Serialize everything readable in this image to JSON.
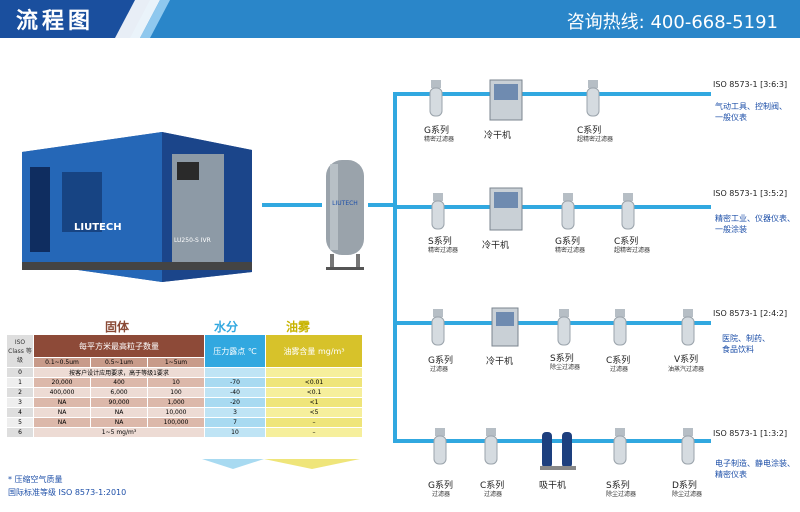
{
  "header": {
    "title": "流程图",
    "hotline": "咨询热线: 400-668-5191"
  },
  "compressor": {
    "brand": "LIUTECH",
    "model": "LU250-S IVR"
  },
  "tank": {
    "brand": "LIUTECH"
  },
  "dryer_label": "冷干机",
  "adsorption_label": "吸干机",
  "branches": [
    {
      "iso": "ISO 8573-1 [3:6:3]",
      "application": [
        "气动工具、控制阀、",
        "一般仪表"
      ],
      "components": [
        {
          "name": "G系列",
          "sub": "精密过滤器"
        },
        {
          "name": "冷干机",
          "sub": ""
        },
        {
          "name": "C系列",
          "sub": "超精密过滤器"
        }
      ]
    },
    {
      "iso": "ISO 8573-1 [3:5:2]",
      "application": [
        "精密工业、仪器仪表、",
        "一般涂装"
      ],
      "components": [
        {
          "name": "S系列",
          "sub": "精密过滤器"
        },
        {
          "name": "冷干机",
          "sub": ""
        },
        {
          "name": "G系列",
          "sub": "精密过滤器"
        },
        {
          "name": "C系列",
          "sub": "超精密过滤器"
        }
      ]
    },
    {
      "iso": "ISO 8573-1 [2:4:2]",
      "application": [
        "医院、制药、",
        "食品饮料"
      ],
      "components": [
        {
          "name": "G系列",
          "sub": "过滤器"
        },
        {
          "name": "冷干机",
          "sub": ""
        },
        {
          "name": "S系列",
          "sub": "除尘过滤器"
        },
        {
          "name": "C系列",
          "sub": "过滤器"
        },
        {
          "name": "V系列",
          "sub": "油蒸汽过滤器"
        }
      ]
    },
    {
      "iso": "ISO 8573-1 [1:3:2]",
      "application": [
        "电子制造、静电涂装、",
        "精密仪表"
      ],
      "components": [
        {
          "name": "G系列",
          "sub": "过滤器"
        },
        {
          "name": "C系列",
          "sub": "过滤器"
        },
        {
          "name": "吸干机",
          "sub": ""
        },
        {
          "name": "S系列",
          "sub": "除尘过滤器"
        },
        {
          "name": "D系列",
          "sub": "除尘过滤器"
        }
      ]
    }
  ],
  "table": {
    "section_solid": "固体",
    "section_water": "水分",
    "section_oil": "油雾",
    "iso_class_header": "ISO Class 等级",
    "particle_header": "每平方米最高粒子数量",
    "dew_header": "压力露点 ℃",
    "oil_header": "油雾含量 mg/m³",
    "size_cols": [
      "0.1~0.5um",
      "0.5~1um",
      "1~5um"
    ],
    "class0_text": "按客户设计应用要求，高于等级1要求",
    "class6_text": "1~5 mg/m³",
    "rows": [
      {
        "cls": "0",
        "a": "",
        "b": "",
        "c": "",
        "dew": "",
        "oil": ""
      },
      {
        "cls": "1",
        "a": "20,000",
        "b": "400",
        "c": "10",
        "dew": "-70",
        "oil": "<0.01"
      },
      {
        "cls": "2",
        "a": "400,000",
        "b": "6,000",
        "c": "100",
        "dew": "-40",
        "oil": "<0.1"
      },
      {
        "cls": "3",
        "a": "NA",
        "b": "90,000",
        "c": "1,000",
        "dew": "-20",
        "oil": "<1"
      },
      {
        "cls": "4",
        "a": "NA",
        "b": "NA",
        "c": "10,000",
        "dew": "3",
        "oil": "<5"
      },
      {
        "cls": "5",
        "a": "NA",
        "b": "NA",
        "c": "100,000",
        "dew": "7",
        "oil": "–"
      },
      {
        "cls": "6",
        "a": "",
        "b": "",
        "c": "",
        "dew": "10",
        "oil": "–"
      }
    ]
  },
  "footnote": [
    "* 压缩空气质量",
    "国际标准等级 ISO 8573-1:2010"
  ]
}
